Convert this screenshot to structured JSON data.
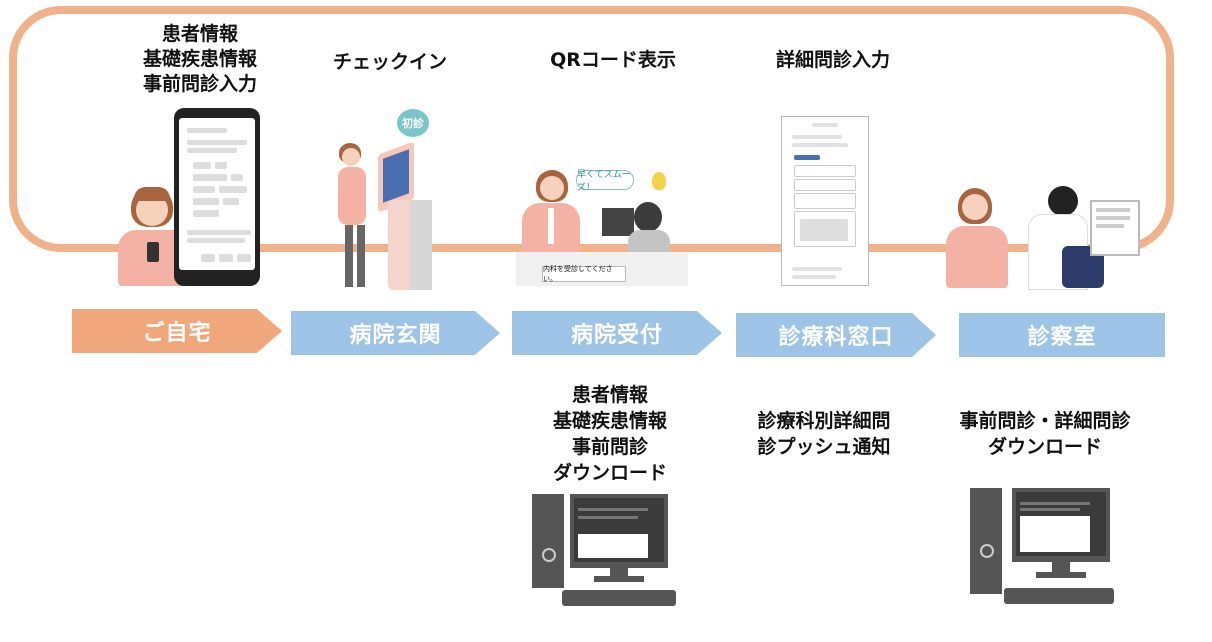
{
  "flow": {
    "top_labels": [
      {
        "lines": [
          "患者情報",
          "基礎疾患情報",
          "事前問診入力"
        ]
      },
      {
        "lines": [
          "チェックイン"
        ]
      },
      {
        "lines": [
          "QRコード表示"
        ]
      },
      {
        "lines": [
          "詳細問診入力"
        ]
      }
    ],
    "stages": [
      {
        "label": "ご自宅",
        "color": "#f0a77c"
      },
      {
        "label": "病院玄関",
        "color": "#9dc3e6"
      },
      {
        "label": "病院受付",
        "color": "#9dc3e6"
      },
      {
        "label": "診療科窓口",
        "color": "#9dc3e6"
      },
      {
        "label": "診察室",
        "color": "#9dc3e6"
      }
    ],
    "bottom_labels": [
      {
        "lines": [
          "患者情報",
          "基礎疾患情報",
          "事前問診",
          "ダウンロード"
        ]
      },
      {
        "lines": [
          "診療科別詳細問",
          "診プッシュ通知"
        ]
      },
      {
        "lines": [
          "事前問診・詳細問診",
          "ダウンロード"
        ]
      }
    ]
  },
  "illustrations": {
    "kiosk_bubble": "初診",
    "reception_speech": "早くてスムーズ！",
    "reception_counter_note": "内科を受診してください。"
  },
  "colors": {
    "loop": "#f0b28a",
    "home": "#f0a77c",
    "hospital": "#9dc3e6"
  }
}
